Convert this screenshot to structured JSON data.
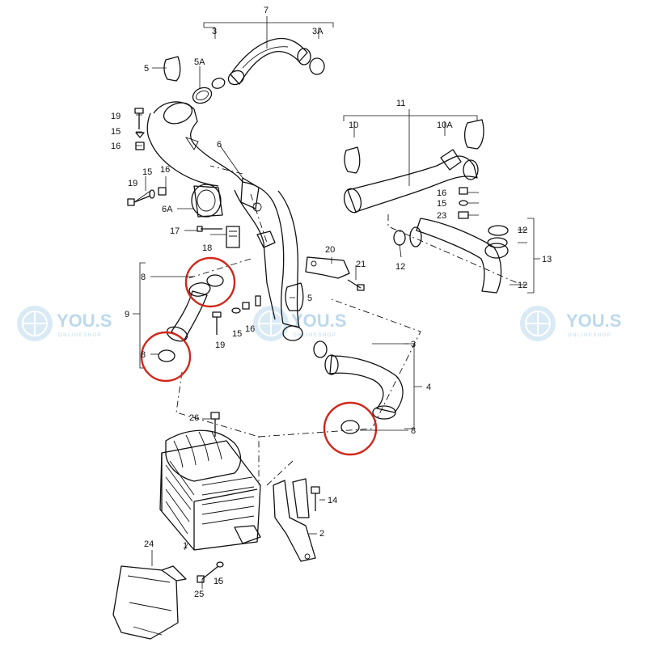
{
  "diagram": {
    "labels": {
      "p1": "1",
      "p2": "2",
      "p3a": "3",
      "p3b": "3",
      "p3A": "3A",
      "p4": "4",
      "p5a": "5",
      "p5b": "5",
      "p5A": "5A",
      "p6": "6",
      "p6A": "6A",
      "p7": "7",
      "p8a": "8",
      "p8b": "8",
      "p8c": "8",
      "p9": "9",
      "p10": "10",
      "p10A": "10A",
      "p11": "11",
      "p12a": "12",
      "p12b": "12",
      "p12c": "12",
      "p13": "13",
      "p14": "14",
      "p15a": "15",
      "p15b": "15",
      "p15c": "15",
      "p15d": "15",
      "p15e": "15",
      "p16a": "16",
      "p16b": "16",
      "p16c": "16",
      "p16d": "16",
      "p17": "17",
      "p18": "18",
      "p19a": "19",
      "p19b": "19",
      "p19c": "19",
      "p20": "20",
      "p21": "21",
      "p23": "23",
      "p24": "24",
      "p25": "25",
      "p26": "26"
    },
    "watermark": {
      "brand": "YOU.S",
      "sub": "ONLINESHOP"
    },
    "colors": {
      "highlight": "#d0281c",
      "watermark": "#b6d5ea",
      "line": "#111111"
    }
  }
}
